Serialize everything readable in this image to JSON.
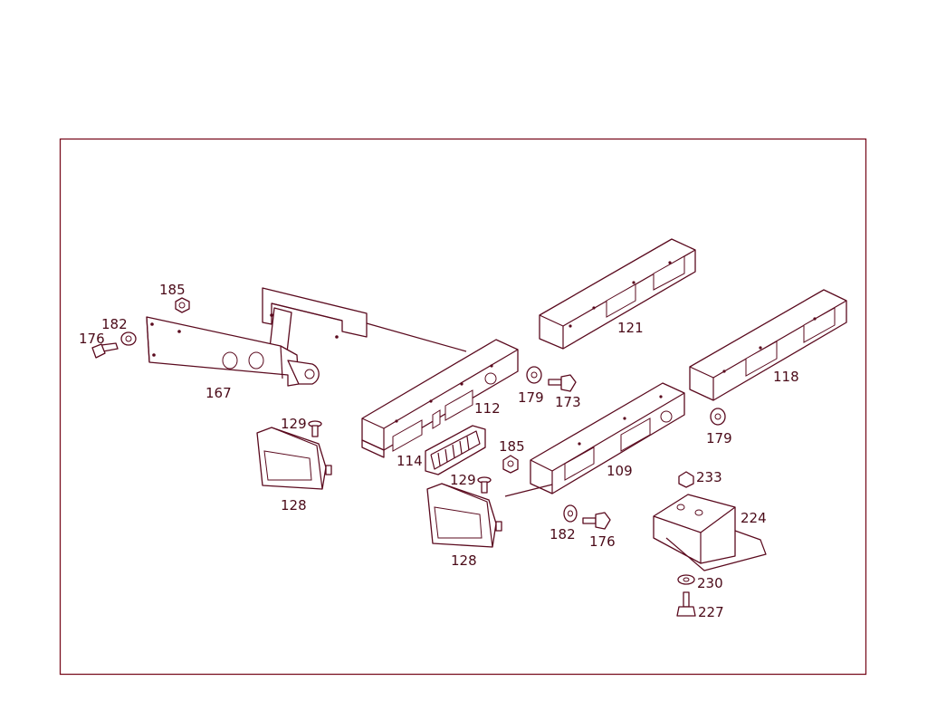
{
  "colors": {
    "ink": "#5a0a1e",
    "frame": "#7a1020",
    "background": "#ffffff"
  },
  "labels": {
    "p185a": "185",
    "p182a": "182",
    "p176a": "176",
    "p167": "167",
    "p129a": "129",
    "p128a": "128",
    "p112": "112",
    "p114": "114",
    "p121": "121",
    "p179a": "179",
    "p173": "173",
    "p118": "118",
    "p179b": "179",
    "p185b": "185",
    "p109": "109",
    "p129b": "129",
    "p128b": "128",
    "p182b": "182",
    "p176b": "176",
    "p233": "233",
    "p224": "224",
    "p230": "230",
    "p227": "227"
  }
}
